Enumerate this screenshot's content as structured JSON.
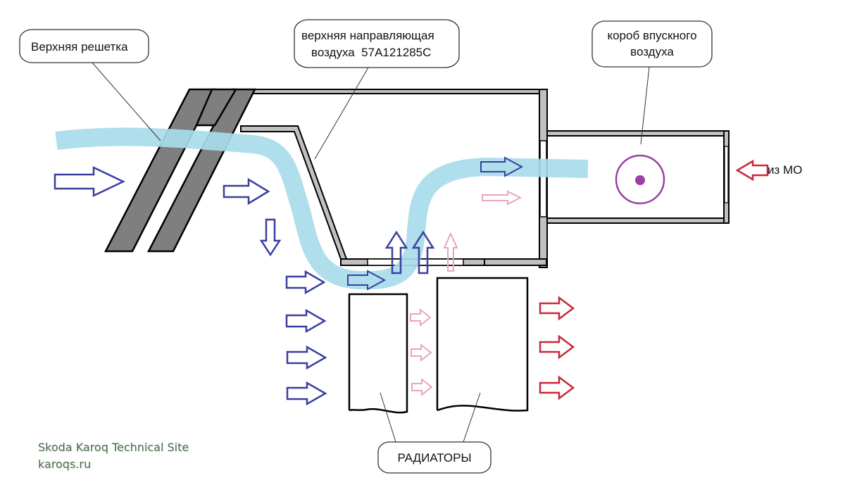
{
  "callouts": {
    "upper_grille": "Верхняя решетка",
    "upper_guide_line1": "верхняя направляющая",
    "upper_guide_line2": "воздуха  57A121285C",
    "intake_box_line1": "короб впускного",
    "intake_box_line2": "воздуха",
    "radiators": "РАДИАТОРЫ",
    "from_engine_bay": "из МО"
  },
  "credit": {
    "site_name": "Skoda Karoq Technical Site",
    "site_url": "karoqs.ru"
  },
  "colors": {
    "cold_air": "#3a3fa0",
    "warm_air": "#e8a4bf",
    "hot_air": "#c8283a",
    "air_stream": "#a8dbea",
    "grille": "#7f7f7f",
    "duct_wall": "#c0c0c0",
    "intake_marker": "#9b3fa6",
    "credit_text": "#4a6e4a"
  }
}
